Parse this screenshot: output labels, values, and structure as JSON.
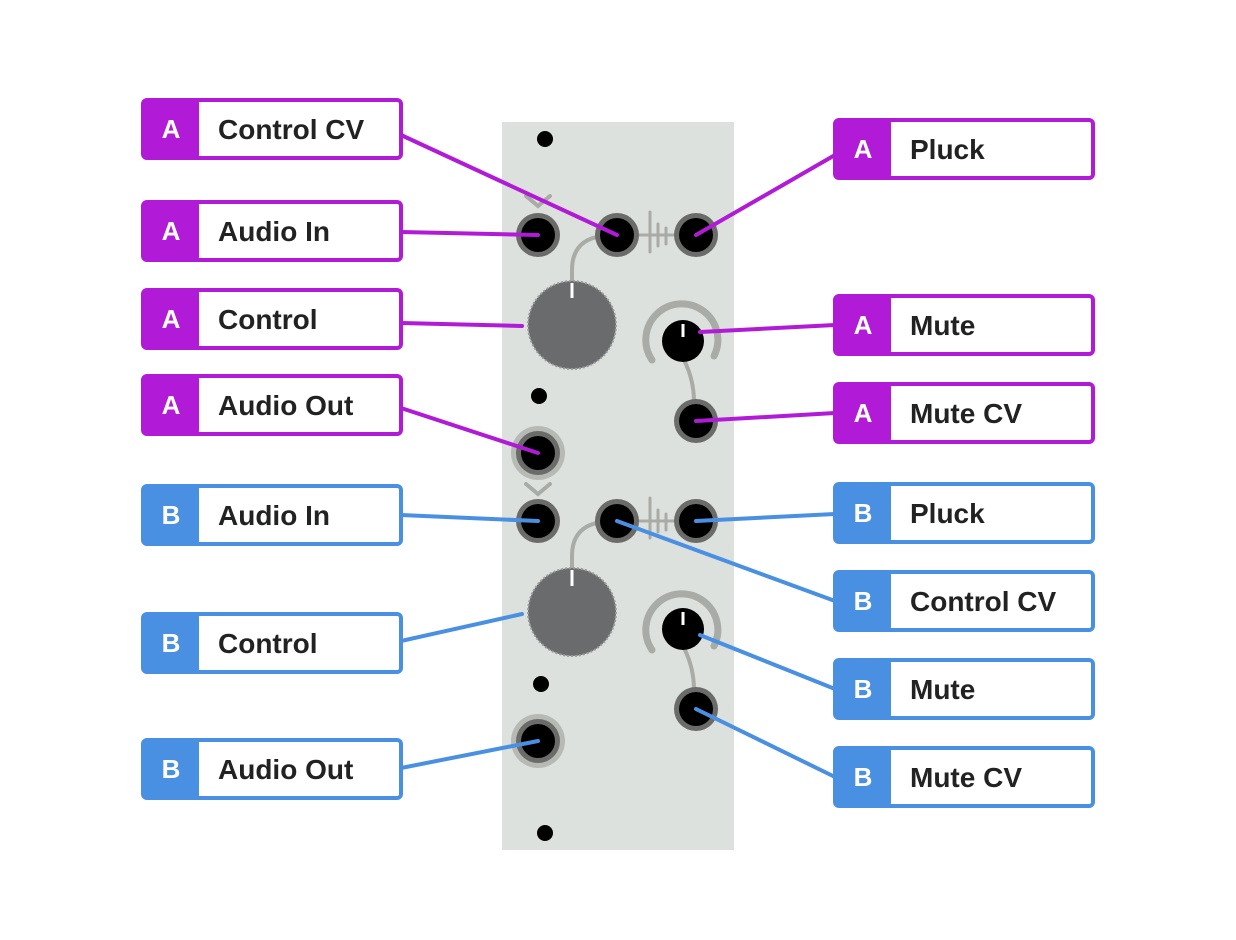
{
  "colors": {
    "a": "#b11ad6",
    "b": "#4a90e2",
    "panel": "#dde1dd",
    "knob": "#6a6b6d"
  },
  "labels": {
    "a_control_cv": {
      "tag": "A",
      "text": "Control CV"
    },
    "a_audio_in": {
      "tag": "A",
      "text": "Audio In"
    },
    "a_control": {
      "tag": "A",
      "text": "Control"
    },
    "a_audio_out": {
      "tag": "A",
      "text": "Audio Out"
    },
    "a_pluck": {
      "tag": "A",
      "text": "Pluck"
    },
    "a_mute": {
      "tag": "A",
      "text": "Mute"
    },
    "a_mute_cv": {
      "tag": "A",
      "text": "Mute CV"
    },
    "b_audio_in": {
      "tag": "B",
      "text": "Audio In"
    },
    "b_control": {
      "tag": "B",
      "text": "Control"
    },
    "b_audio_out": {
      "tag": "B",
      "text": "Audio Out"
    },
    "b_pluck": {
      "tag": "B",
      "text": "Pluck"
    },
    "b_control_cv": {
      "tag": "B",
      "text": "Control CV"
    },
    "b_mute": {
      "tag": "B",
      "text": "Mute"
    },
    "b_mute_cv": {
      "tag": "B",
      "text": "Mute CV"
    }
  }
}
